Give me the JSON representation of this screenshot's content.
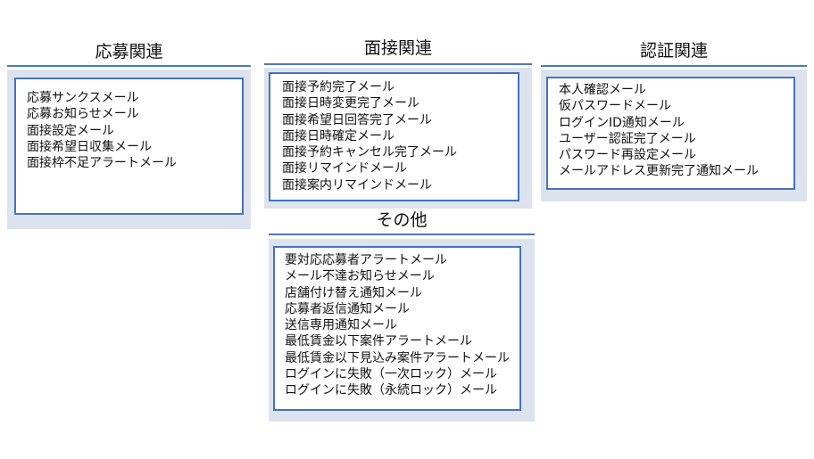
{
  "sections": {
    "oubo": {
      "title": "応募関連",
      "items": [
        "応募サンクスメール",
        "応募お知らせメール",
        "面接設定メール",
        "面接希望日収集メール",
        "面接枠不足アラートメール"
      ]
    },
    "mensetsu": {
      "title": "面接関連",
      "items": [
        "面接予約完了メール",
        "面接日時変更完了メール",
        "面接希望日回答完了メール",
        "面接日時確定メール",
        "面接予約キャンセル完了メール",
        "面接リマインドメール",
        "面接案内リマインドメール"
      ]
    },
    "ninsho": {
      "title": "認証関連",
      "items": [
        "本人確認メール",
        "仮パスワードメール",
        "ログインID通知メール",
        "ユーザー認証完了メール",
        "パスワード再設定メール",
        "メールアドレス更新完了通知メール"
      ]
    },
    "sonota": {
      "title": "その他",
      "items": [
        "要対応応募者アラートメール",
        "メール不達お知らせメール",
        "店舗付け替え通知メール",
        "応募者返信通知メール",
        "送信専用通知メール",
        "最低賃金以下案件アラートメール",
        "最低賃金以下見込み案件アラートメール",
        "ログインに失敗（一次ロック）メール",
        "ログインに失敗（永続ロック）メール"
      ]
    }
  },
  "colors": {
    "rule": "#4a78c2",
    "panel": "#dde3ee",
    "box_border": "#4472c4"
  }
}
